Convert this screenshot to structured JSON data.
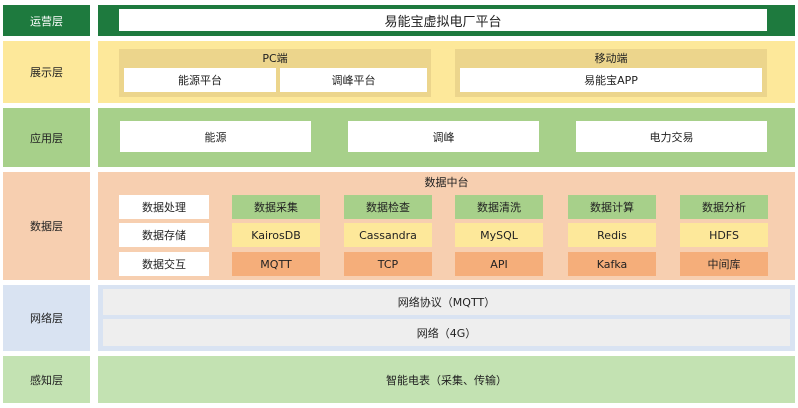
{
  "layers": {
    "ops": "运营层",
    "display": "展示层",
    "application": "应用层",
    "data": "数据层",
    "network": "网络层",
    "perception": "感知层"
  },
  "ops": {
    "platform_title": "易能宝虚拟电厂平台"
  },
  "display": {
    "pc": {
      "title": "PC端",
      "items": [
        "能源平台",
        "调峰平台"
      ]
    },
    "mobile": {
      "title": "移动端",
      "items": [
        "易能宝APP"
      ]
    }
  },
  "application": {
    "items": [
      "能源",
      "调峰",
      "电力交易"
    ]
  },
  "data_layer": {
    "title": "数据中台",
    "functions": [
      "数据处理",
      "数据存储",
      "数据交互"
    ],
    "columns": [
      {
        "header": "数据采集",
        "db": "KairosDB",
        "protocol": "MQTT"
      },
      {
        "header": "数据检查",
        "db": "Cassandra",
        "protocol": "TCP"
      },
      {
        "header": "数据清洗",
        "db": "MySQL",
        "protocol": "API"
      },
      {
        "header": "数据计算",
        "db": "Redis",
        "protocol": "Kafka"
      },
      {
        "header": "数据分析",
        "db": "HDFS",
        "protocol": "中间库"
      }
    ]
  },
  "network": {
    "rows": [
      "网络协议（MQTT）",
      "网络（4G）"
    ]
  },
  "perception": {
    "text": "智能电表（采集、传输）"
  },
  "colors": {
    "ops": "#1e7a3e",
    "display": "#fde89a",
    "application": "#a7d08a",
    "data": "#f7cfb0",
    "network": "#d9e3f2",
    "perception": "#c3e2b2",
    "protocol": "#f5ae7a"
  }
}
